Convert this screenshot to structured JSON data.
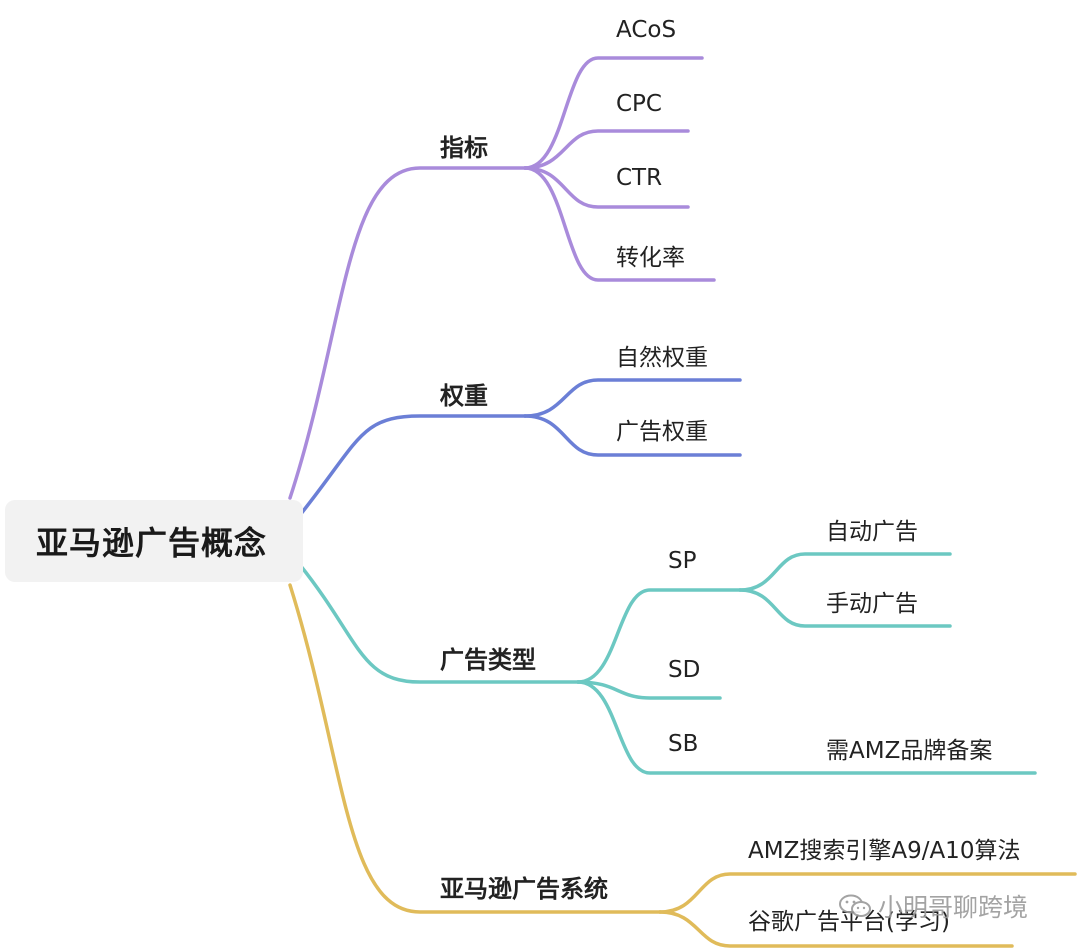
{
  "root": {
    "label": "亚马逊广告概念"
  },
  "branches": [
    {
      "label": "指标",
      "color": "#a98bdb",
      "children": [
        {
          "label": "ACoS"
        },
        {
          "label": "CPC"
        },
        {
          "label": "CTR"
        },
        {
          "label": "转化率"
        }
      ]
    },
    {
      "label": "权重",
      "color": "#6b7fd6",
      "children": [
        {
          "label": "自然权重"
        },
        {
          "label": "广告权重"
        }
      ]
    },
    {
      "label": "广告类型",
      "color": "#6cc8c2",
      "children": [
        {
          "label": "SP",
          "children": [
            {
              "label": "自动广告"
            },
            {
              "label": "手动广告"
            }
          ]
        },
        {
          "label": "SD"
        },
        {
          "label": "SB",
          "children": [
            {
              "label": "需AMZ品牌备案"
            }
          ]
        }
      ]
    },
    {
      "label": "亚马逊广告系统",
      "color": "#e0bb5a",
      "children": [
        {
          "label": "AMZ搜索引擎A9/A10算法"
        },
        {
          "label": "谷歌广告平台(学习)"
        }
      ]
    }
  ],
  "watermark": {
    "text": "小明哥聊跨境",
    "icon": "wechat-icon"
  }
}
